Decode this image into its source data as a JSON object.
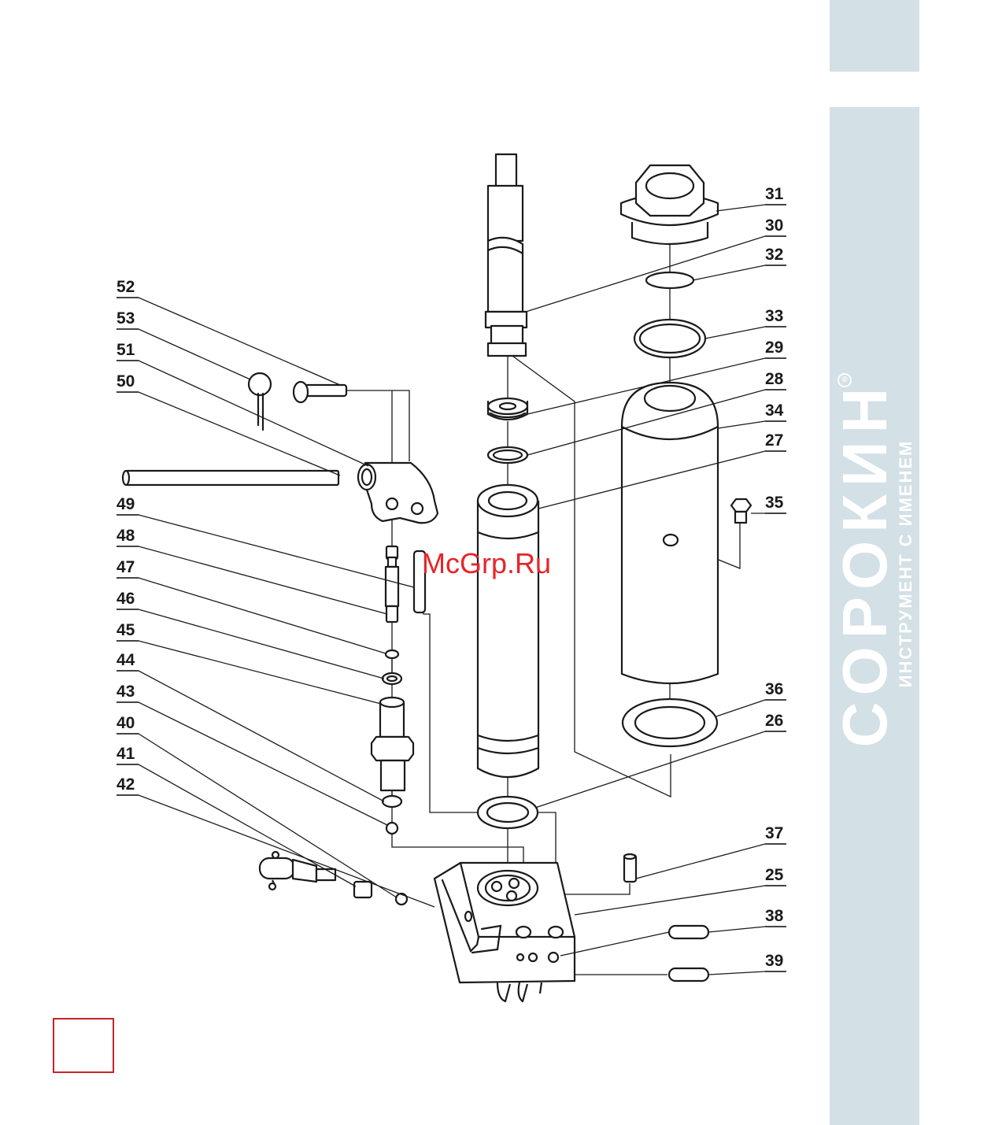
{
  "brand": {
    "name": "СОРОКИН",
    "tagline": "ИНСТРУМЕНТ С ИМЕНЕМ",
    "registered_mark": "®",
    "panel_color": "#d3e0e5"
  },
  "watermark": {
    "text": "McGrp.Ru",
    "color": "#e8232a"
  },
  "page_number_box": {
    "text": "",
    "border_color": "#c9232a"
  },
  "callouts": {
    "left": [
      "52",
      "53",
      "51",
      "50",
      "49",
      "48",
      "47",
      "46",
      "45",
      "44",
      "43",
      "40",
      "41",
      "42"
    ],
    "right": [
      "31",
      "30",
      "32",
      "33",
      "29",
      "28",
      "34",
      "27",
      "35",
      "36",
      "26",
      "37",
      "25",
      "38",
      "39"
    ]
  }
}
